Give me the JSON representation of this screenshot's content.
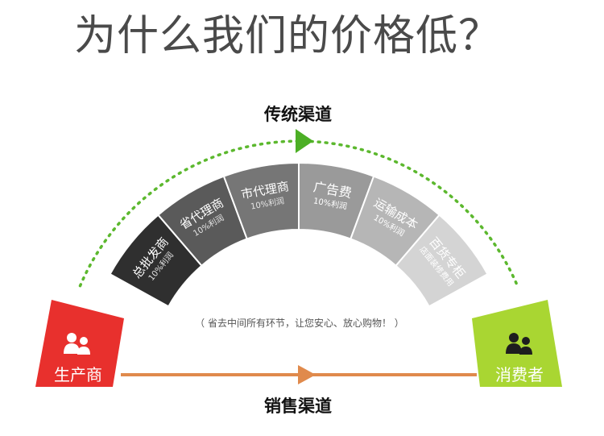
{
  "title": "为什么我们的价格低？",
  "traditional_channel_label": "传统渠道",
  "sales_channel_label": "销售渠道",
  "note": "（ 省去中间所有环节，让您安心、放心购物！ ）",
  "producer": {
    "label": "生产商",
    "icon": "people-icon",
    "color": "#e8302d"
  },
  "consumer": {
    "label": "消费者",
    "icon": "people-icon",
    "color": "#a9d632"
  },
  "segments": [
    {
      "name": "总批发商",
      "margin": "10%利润",
      "color": "#2f2f2f"
    },
    {
      "name": "省代理商",
      "margin": "10%利润",
      "color": "#5a5a5a"
    },
    {
      "name": "市代理商",
      "margin": "10%利润",
      "color": "#767676"
    },
    {
      "name": "广告费",
      "margin": "10%利润",
      "color": "#9a9a9a"
    },
    {
      "name": "运输成本",
      "margin": "10%利润",
      "color": "#b6b6b6"
    },
    {
      "name": "百货专柜",
      "margin": "店面装修费用",
      "color": "#d4d4d4"
    }
  ],
  "colors": {
    "dotted_arc": "#5cb82e",
    "traditional_arrow": "#4caf25",
    "sales_line": "#e08a4c"
  }
}
